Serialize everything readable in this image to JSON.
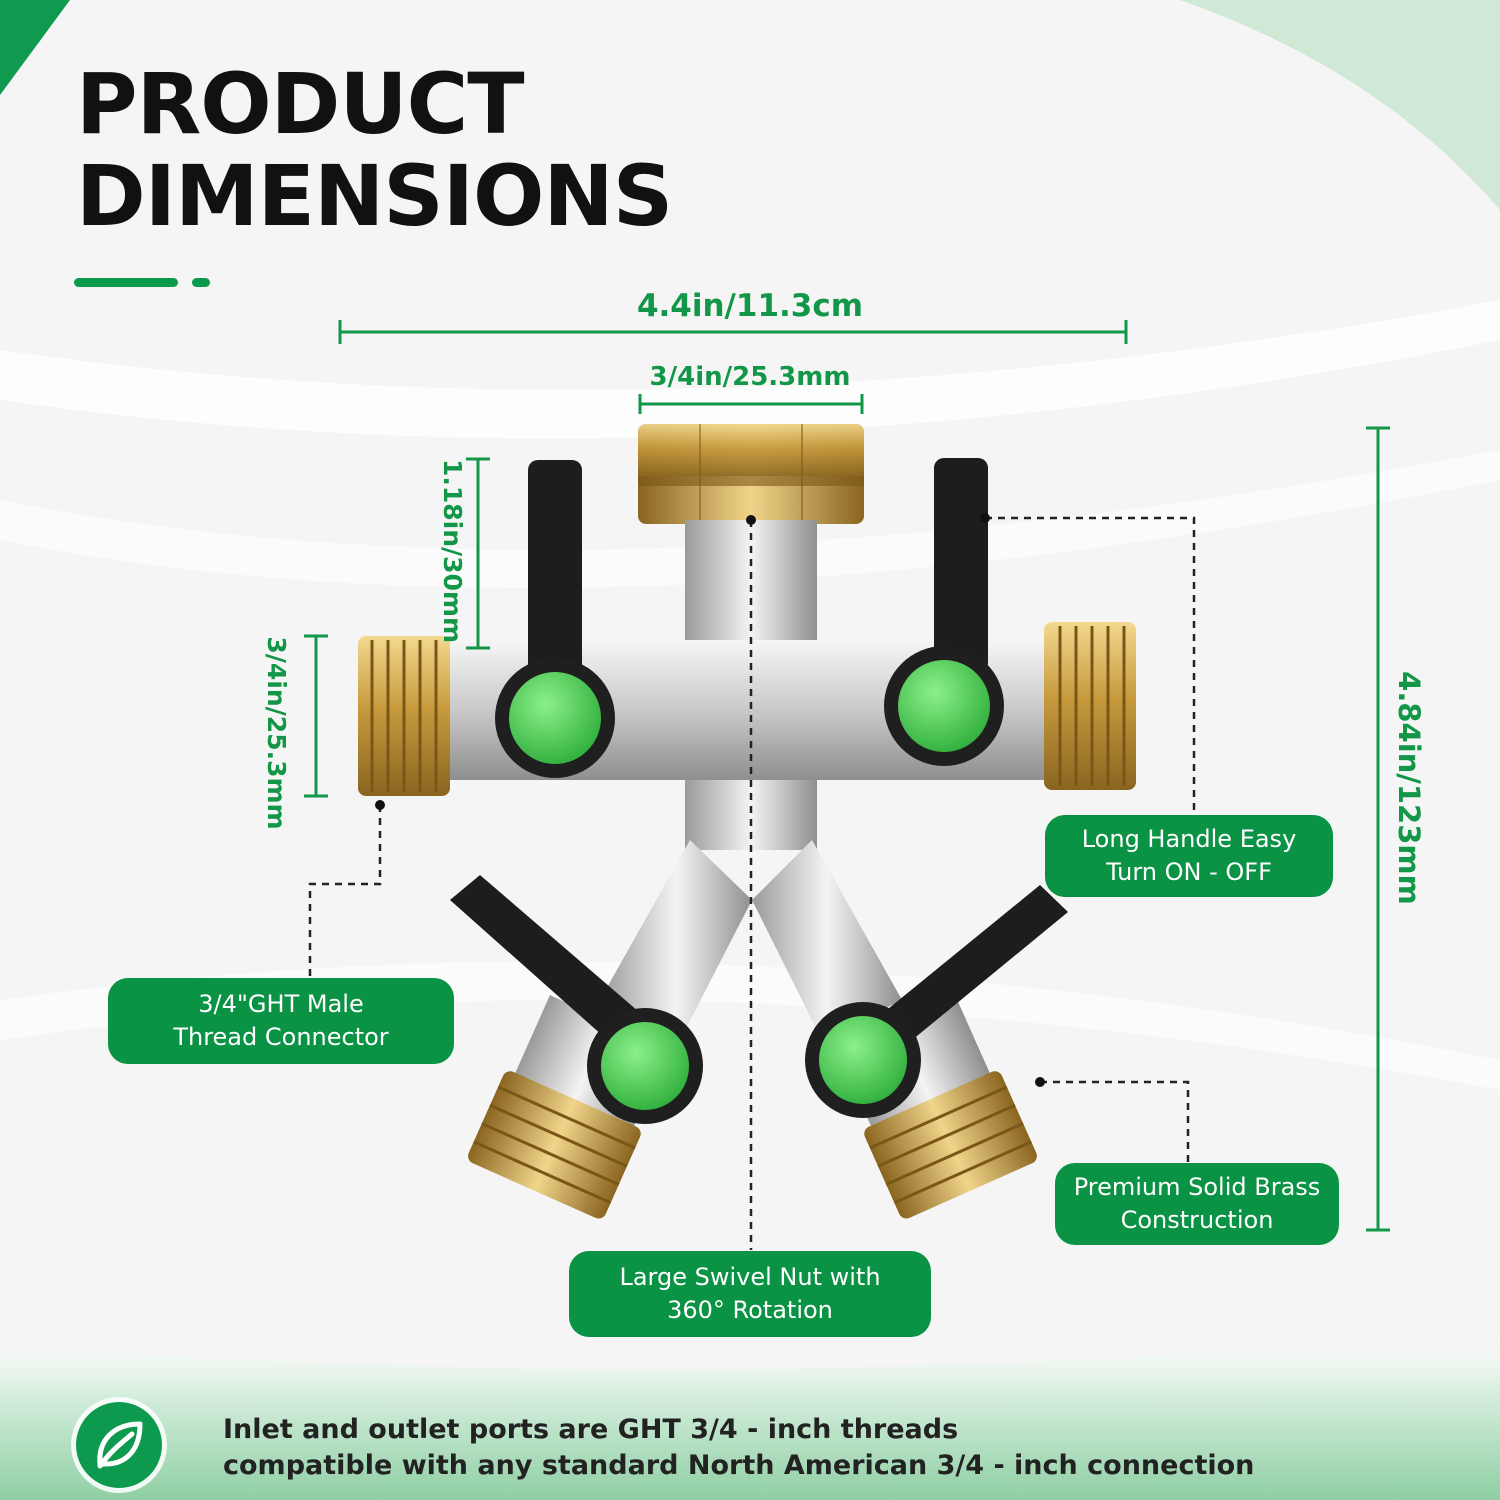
{
  "title": {
    "line1": "PRODUCT",
    "line2": "DIMENSIONS"
  },
  "dimensions": {
    "overall_width": "4.4in/11.3cm",
    "inlet_width": "3/4in/25.3mm",
    "handle_length": "1.18in/30mm",
    "outlet_diameter": "3/4in/25.3mm",
    "overall_height": "4.84in/123mm"
  },
  "callouts": {
    "long_handle": {
      "line1": "Long Handle Easy",
      "line2": "Turn ON - OFF"
    },
    "male_thread": {
      "line1": "3/4\"GHT Male",
      "line2": "Thread Connector"
    },
    "solid_brass": {
      "line1": "Premium Solid Brass",
      "line2": "Construction"
    },
    "swivel_nut": {
      "line1": "Large Swivel Nut with",
      "line2": "360° Rotation"
    }
  },
  "note": {
    "line1": "Inlet and outlet ports are GHT 3/4 - inch threads",
    "line2": "compatible with any standard North American 3/4 - inch connection"
  },
  "colors": {
    "brand_green": "#0a9245",
    "dimension_green": "#129647",
    "valve_button_green": "#4ed05a",
    "brass": "#c9a24a",
    "nickel": "#cfcfcf"
  },
  "icons": {
    "badge": "leaf-icon"
  }
}
